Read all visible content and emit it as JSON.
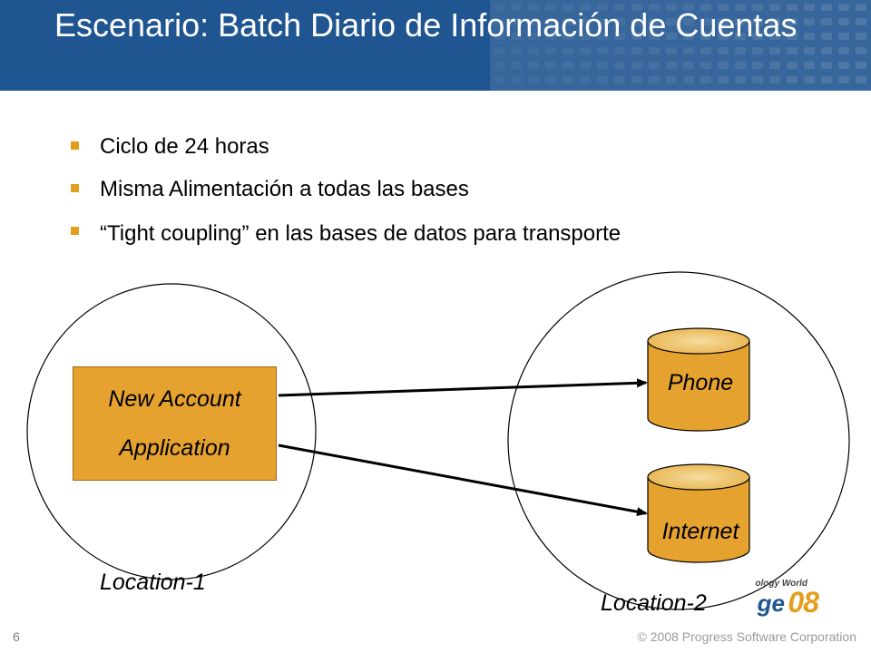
{
  "slide": {
    "title": "Escenario: Batch Diario de Información de Cuentas",
    "bullets": [
      "Ciclo de 24 horas",
      "Misma Alimentación a todas las bases",
      "“Tight coupling” en las bases de datos para transporte"
    ]
  },
  "diagram": {
    "app_line1": "New Account",
    "app_line2": "Application",
    "location1": "Location-1",
    "location2": "Location-2",
    "db1": "Phone",
    "db2": "Internet"
  },
  "footer": {
    "page_number": "6",
    "copyright": "© 2008 Progress Software Corporation",
    "logo_small_text": "ology World",
    "logo_ge": "ge",
    "logo_year": "08"
  },
  "colors": {
    "header": "#1f5590",
    "accent": "#e49d1c",
    "box_fill": "#e5a22e"
  }
}
